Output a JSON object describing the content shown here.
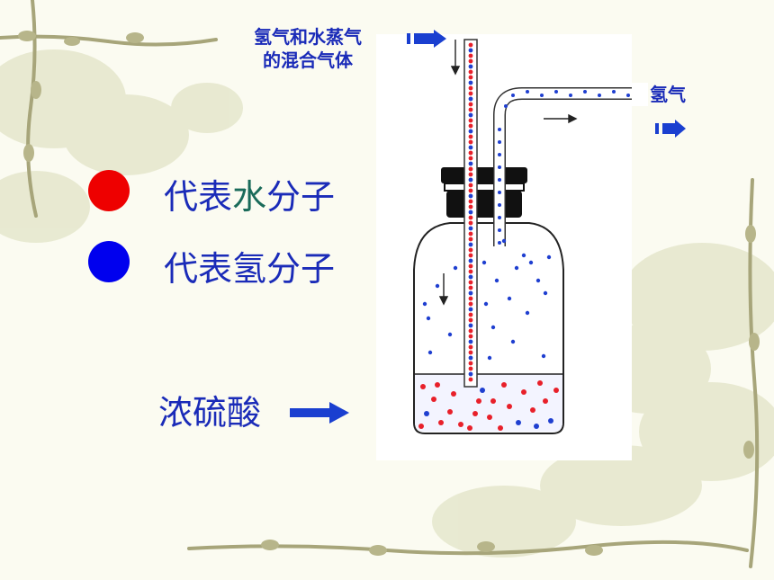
{
  "labels": {
    "mix_line1": "氢气和水蒸气",
    "mix_line2": "的混合气体",
    "hydrogen_out": "氢气",
    "acid": "浓硫酸"
  },
  "legend": [
    {
      "prefix": "代表",
      "highlight": "水",
      "suffix": "分子",
      "color": "#ee0000",
      "highlight_color": "#1a6b5a"
    },
    {
      "prefix": "代表",
      "highlight": "氢",
      "suffix": "分子",
      "color": "#0000ee",
      "highlight_color": "#1a2bb8"
    }
  ],
  "colors": {
    "label": "#1a2bb8",
    "water": "#e8202a",
    "hydrogen": "#1f3fd0",
    "arrow": "#1a3fd0"
  }
}
